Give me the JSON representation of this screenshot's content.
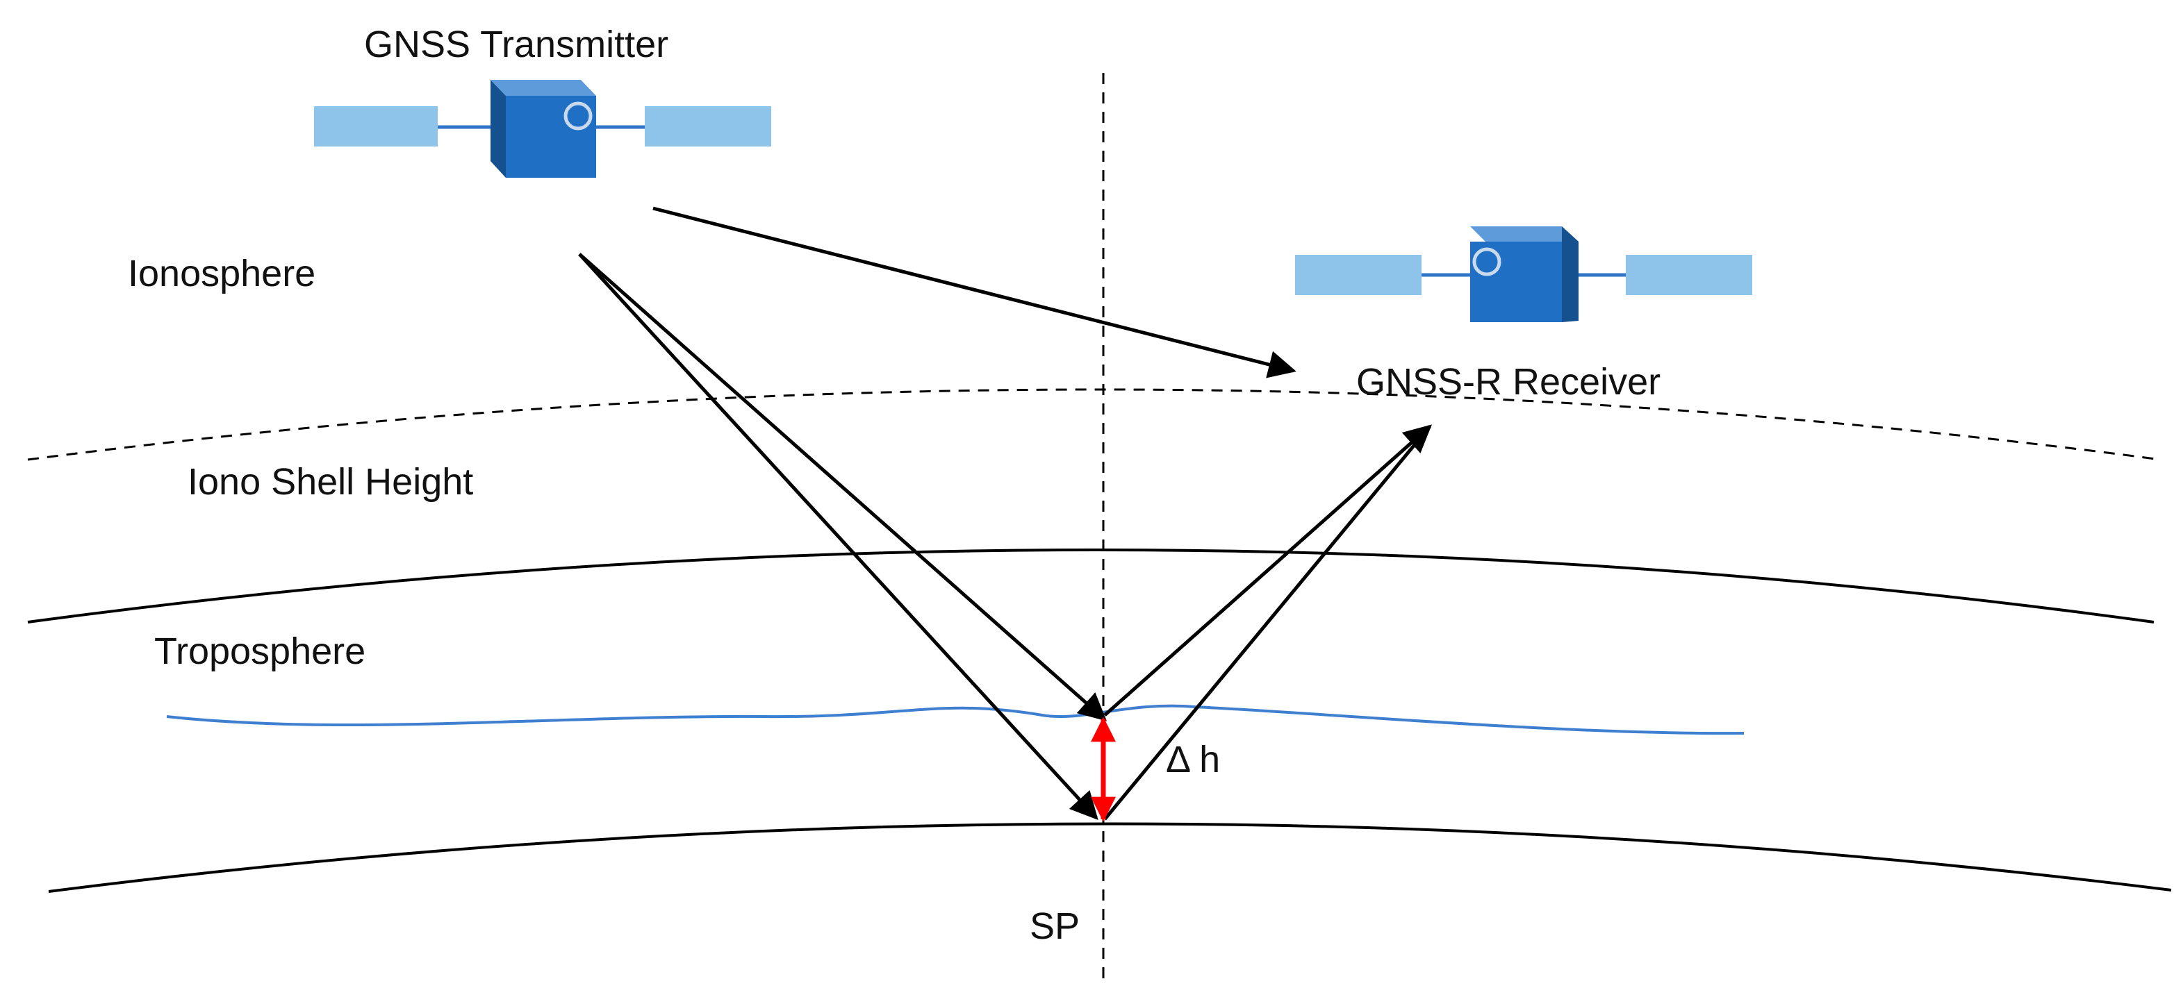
{
  "labels": {
    "transmitter": "GNSS Transmitter",
    "receiver": "GNSS-R Receiver",
    "ionosphere": "Ionosphere",
    "iono_shell": "Iono Shell Height",
    "troposphere": "Troposphere",
    "delta_h": "Δ h",
    "sp": "SP"
  },
  "colors": {
    "satellite_body": "#1F6FC5",
    "satellite_body_dark": "#15508F",
    "satellite_body_top": "#5E9BDB",
    "solar_panel": "#8EC4EA",
    "panel_connector": "#2F74C8",
    "water_surface": "#3F7FD0",
    "delta_h_arrow": "#FF0000",
    "signal_arrows": "#000000",
    "layer_lines": "#000000"
  },
  "icons": {
    "transmitter": "satellite-icon",
    "receiver": "satellite-icon"
  }
}
